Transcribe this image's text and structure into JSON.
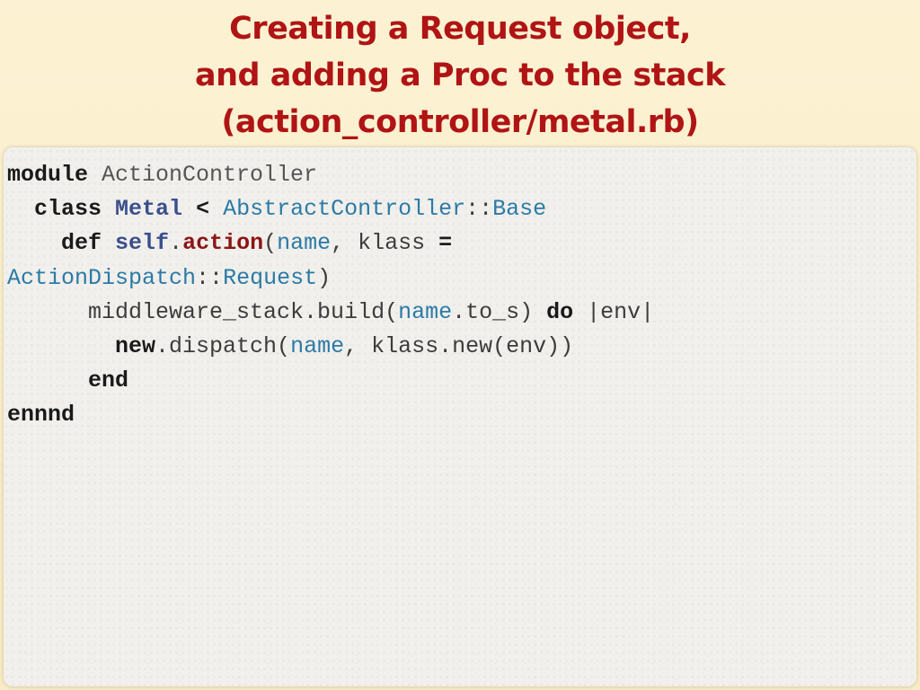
{
  "slide": {
    "title_lines": [
      "Creating a Request object,",
      "and adding a Proc to the stack",
      "(action_controller/metal.rb)"
    ]
  },
  "code": {
    "lines": [
      [
        {
          "t": "module",
          "k": "kw"
        },
        {
          "t": " ActionController",
          "k": "const"
        }
      ],
      [
        {
          "t": "  class",
          "k": "kw"
        },
        {
          "t": " ",
          "k": "plain"
        },
        {
          "t": "Metal",
          "k": "cls"
        },
        {
          "t": " < ",
          "k": "kw"
        },
        {
          "t": "AbstractController",
          "k": "blue"
        },
        {
          "t": "::",
          "k": "plain"
        },
        {
          "t": "Base",
          "k": "blue"
        }
      ],
      [
        {
          "t": "    def",
          "k": "kw"
        },
        {
          "t": " ",
          "k": "plain"
        },
        {
          "t": "self",
          "k": "cls"
        },
        {
          "t": ".",
          "k": "plain"
        },
        {
          "t": "action",
          "k": "meth"
        },
        {
          "t": "(",
          "k": "plain"
        },
        {
          "t": "name",
          "k": "blue"
        },
        {
          "t": ", klass ",
          "k": "plain"
        },
        {
          "t": "=",
          "k": "kw"
        }
      ],
      [
        {
          "t": "ActionDispatch",
          "k": "blue"
        },
        {
          "t": "::",
          "k": "plain"
        },
        {
          "t": "Request",
          "k": "blue"
        },
        {
          "t": ")",
          "k": "plain"
        }
      ],
      [
        {
          "t": "      middleware_stack.build(",
          "k": "plain"
        },
        {
          "t": "name",
          "k": "blue"
        },
        {
          "t": ".to_s) ",
          "k": "plain"
        },
        {
          "t": "do",
          "k": "kw"
        },
        {
          "t": " |env|",
          "k": "plain"
        }
      ],
      [
        {
          "t": "        new",
          "k": "kw"
        },
        {
          "t": ".dispatch(",
          "k": "plain"
        },
        {
          "t": "name",
          "k": "blue"
        },
        {
          "t": ", klass.new(env))",
          "k": "plain"
        }
      ],
      [
        {
          "t": "      end",
          "k": "kw"
        }
      ],
      [
        {
          "t": "ennnd",
          "k": "kw"
        }
      ]
    ]
  }
}
